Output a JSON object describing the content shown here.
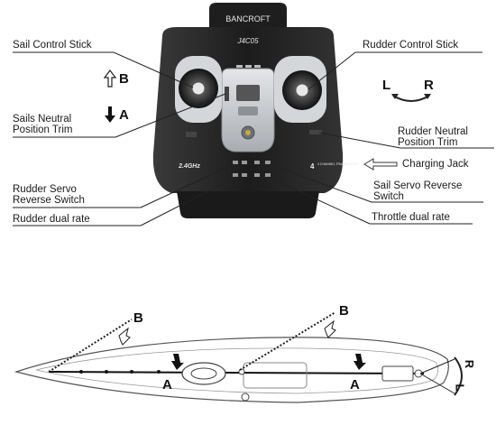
{
  "transmitter": {
    "brand": "BANCROFT",
    "model": "J4C05",
    "band_badge": "2.4GHz",
    "channels_badge": "4 CHANNEL TRANSMITTER"
  },
  "labels": {
    "sail_control_stick": "Sail Control Stick",
    "rudder_control_stick": "Rudder Control Stick",
    "sails_neutral_trim_line1": "Sails Neutral",
    "sails_neutral_trim_line2": "Position Trim",
    "rudder_neutral_trim_line1": "Rudder Neutral",
    "rudder_neutral_trim_line2": "Position Trim",
    "charging_jack": "Charging Jack",
    "rudder_servo_reverse_line1": "Rudder Servo",
    "rudder_servo_reverse_line2": "Reverse Switch",
    "sail_servo_reverse_line1": "Sail Servo Reverse",
    "sail_servo_reverse_line2": "Switch",
    "rudder_dual_rate": "Rudder dual rate",
    "throttle_dual_rate": "Throttle dual rate"
  },
  "directions": {
    "b": "B",
    "a": "A",
    "l": "L",
    "r": "R"
  },
  "colors": {
    "body": "#232323",
    "panel": "#c9ccd0",
    "line": "#222222"
  }
}
